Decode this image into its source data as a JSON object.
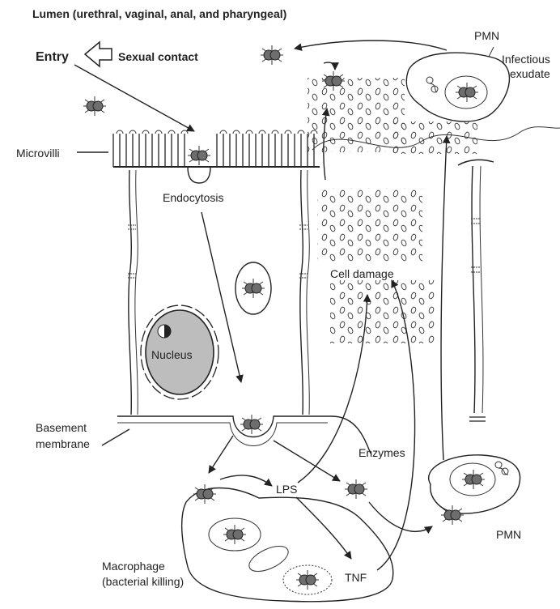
{
  "title": "Lumen (urethral, vaginal, anal, and pharyngeal)",
  "labels": {
    "entry": "Entry",
    "sexual_contact": "Sexual contact",
    "microvilli": "Microvilli",
    "endocytosis": "Endocytosis",
    "nucleus": "Nucleus",
    "basement_membrane_1": "Basement",
    "basement_membrane_2": "membrane",
    "cell_damage": "Cell damage",
    "enzymes": "Enzymes",
    "lps": "LPS",
    "tnf": "TNF",
    "macrophage_1": "Macrophage",
    "macrophage_2": "(bacterial killing)",
    "pmn_top": "PMN",
    "infectious_1": "Infectious",
    "infectious_2": "exudate",
    "pmn_bottom": "PMN"
  },
  "colors": {
    "line": "#222222",
    "bacterium": "#6e6e6e",
    "nucleus_fill": "#bdbdbd"
  }
}
